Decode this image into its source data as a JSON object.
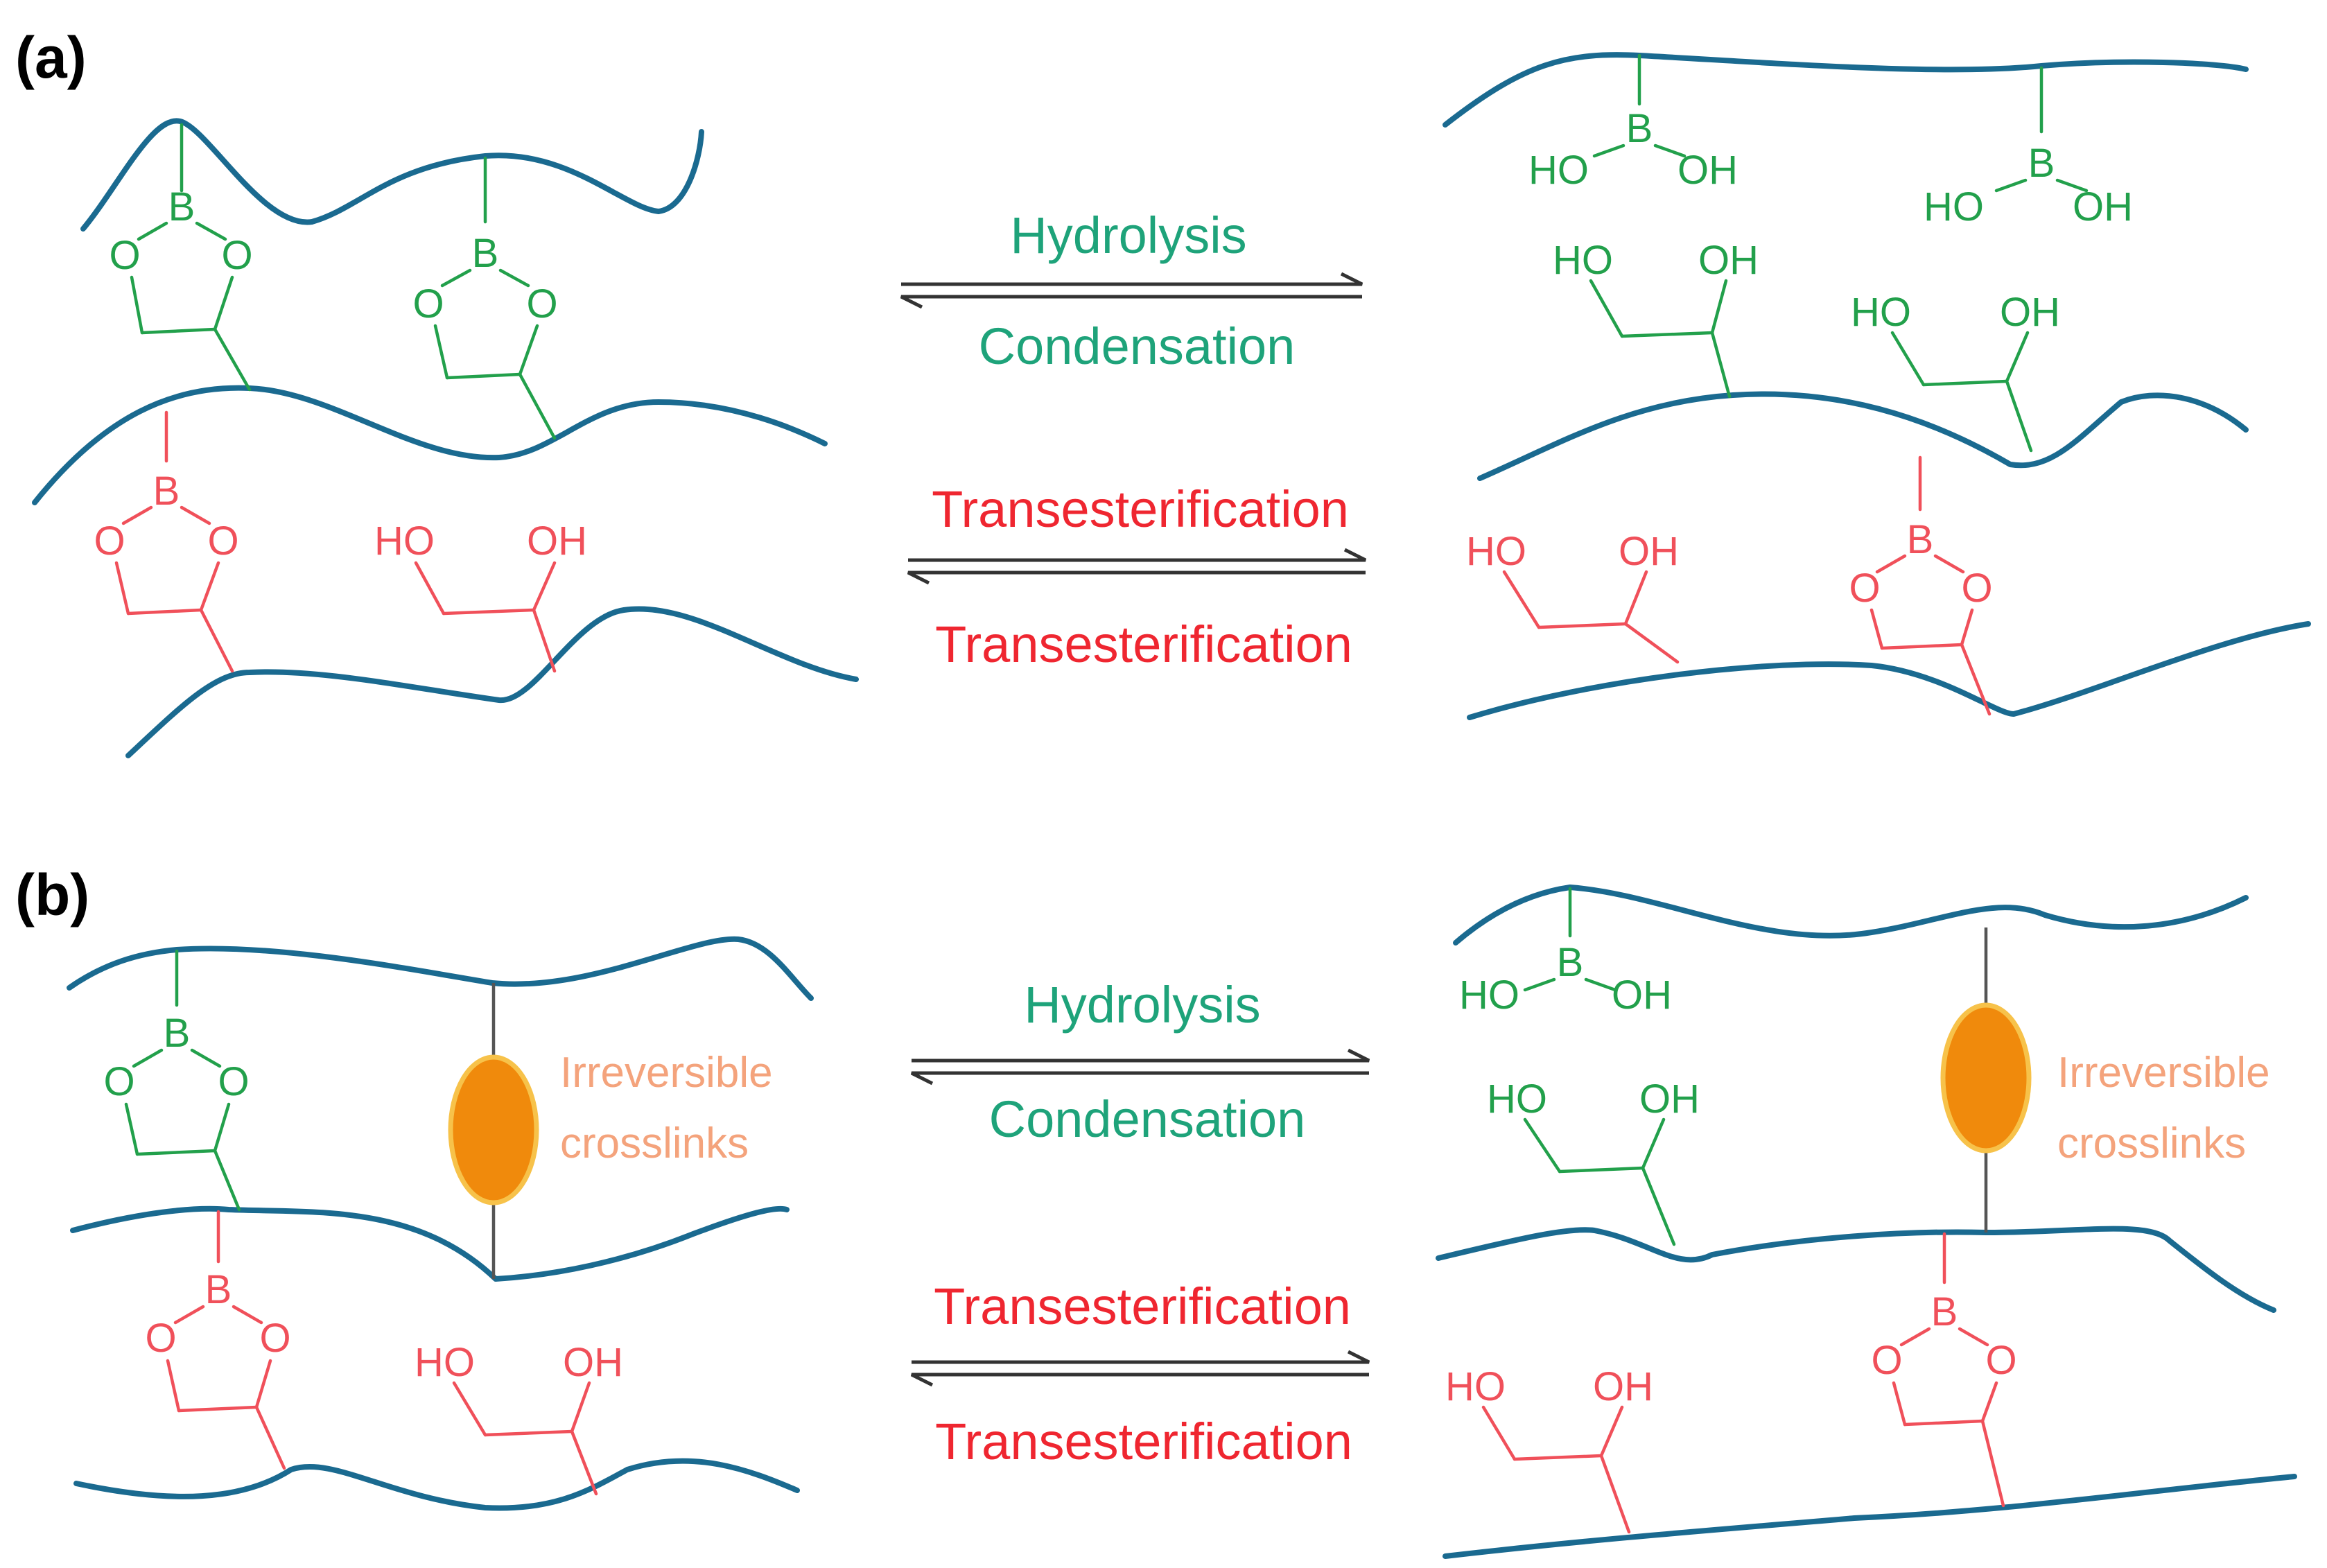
{
  "panels": [
    {
      "label": "(a)",
      "forward_top": "Hydrolysis",
      "reverse_top": "Condensation",
      "forward_bottom": "Transesterification",
      "reverse_bottom": "Transesterification"
    },
    {
      "label": "(b)",
      "forward_top": "Hydrolysis",
      "reverse_top": "Condensation",
      "forward_bottom": "Transesterification",
      "reverse_bottom": "Transesterification",
      "irreversible_line1": "Irreversible",
      "irreversible_line2": "crosslinks"
    }
  ],
  "atoms": {
    "boron": "B",
    "oxygen": "O",
    "hydroxyl_left": "HO",
    "hydroxyl_right": "OH"
  },
  "colors": {
    "polymer_chain": "#1a6a90",
    "boronic_ester_green": "#22a04b",
    "boronic_ester_red": "#f0505a",
    "reaction_green": "#1ea37a",
    "reaction_red": "#ef2630",
    "crosslink_fill": "#f08a0c",
    "crosslink_text": "#f4a37c"
  }
}
